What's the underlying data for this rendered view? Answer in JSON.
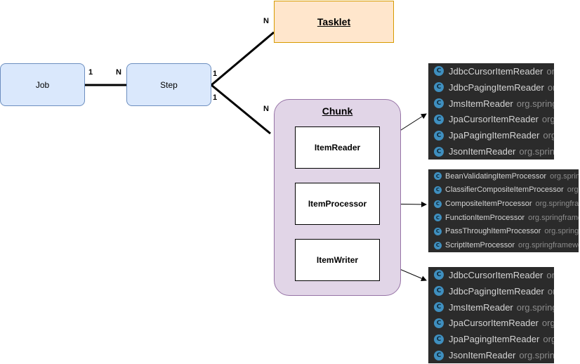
{
  "nodes": {
    "job": "Job",
    "step": "Step",
    "tasklet": "Tasklet",
    "chunk": "Chunk",
    "reader": "ItemReader",
    "processor": "ItemProcessor",
    "writer": "ItemWriter"
  },
  "multiplicity": {
    "job_side": "1",
    "step_from_job": "N",
    "step_tasklet_side": "1",
    "step_chunk_side": "1",
    "tasklet_side": "N",
    "chunk_side": "N"
  },
  "class_icon": "C",
  "reader_classes": [
    {
      "name": "JdbcCursorItemReader",
      "pkg": "org.springframework"
    },
    {
      "name": "JdbcPagingItemReader",
      "pkg": "org.springframework"
    },
    {
      "name": "JmsItemReader",
      "pkg": "org.springframework"
    },
    {
      "name": "JpaCursorItemReader",
      "pkg": "org.springframework"
    },
    {
      "name": "JpaPagingItemReader",
      "pkg": "org.springframework"
    },
    {
      "name": "JsonItemReader",
      "pkg": "org.springframework"
    }
  ],
  "processor_classes": [
    {
      "name": "BeanValidatingItemProcessor",
      "pkg": "org.springframework"
    },
    {
      "name": "ClassifierCompositeItemProcessor",
      "pkg": "org.springframework"
    },
    {
      "name": "CompositeItemProcessor",
      "pkg": "org.springframework"
    },
    {
      "name": "FunctionItemProcessor",
      "pkg": "org.springframework"
    },
    {
      "name": "PassThroughItemProcessor",
      "pkg": "org.springframework"
    },
    {
      "name": "ScriptItemProcessor",
      "pkg": "org.springframework"
    }
  ],
  "writer_classes": [
    {
      "name": "JdbcCursorItemReader",
      "pkg": "org.springframework"
    },
    {
      "name": "JdbcPagingItemReader",
      "pkg": "org.springframework"
    },
    {
      "name": "JmsItemReader",
      "pkg": "org.springframework"
    },
    {
      "name": "JpaCursorItemReader",
      "pkg": "org.springframework"
    },
    {
      "name": "JpaPagingItemReader",
      "pkg": "org.springframework"
    },
    {
      "name": "JsonItemReader",
      "pkg": "org.springframework"
    }
  ],
  "colors": {
    "job_step_fill": "#dae8fc",
    "job_step_border": "#6c8ebf",
    "tasklet_fill": "#ffe6cc",
    "tasklet_border": "#d79b00",
    "chunk_fill": "#e1d5e7",
    "chunk_border": "#9673a6",
    "panel_bg": "#2b2b2b",
    "class_icon": "#3f8fbf"
  }
}
